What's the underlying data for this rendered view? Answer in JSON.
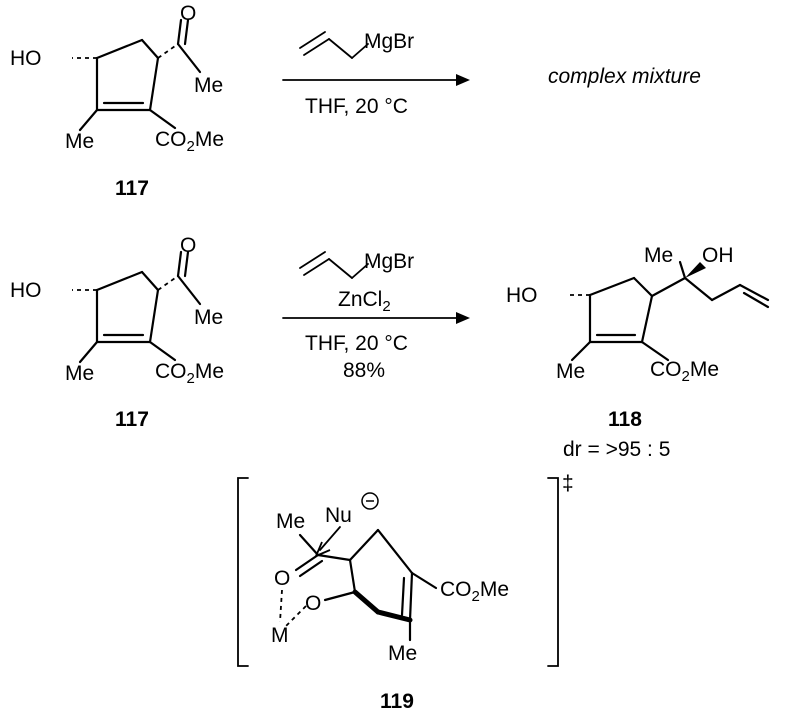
{
  "reaction1": {
    "sm": {
      "HO": "HO",
      "O": "O",
      "Me_ketone": "Me",
      "Me_ring": "Me",
      "ester": "CO",
      "ester_sub": "2",
      "ester_tail": "Me",
      "number": "117"
    },
    "reagent_top": "MgBr",
    "conditions": "THF, 20 °C",
    "product": "complex mixture"
  },
  "reaction2": {
    "sm": {
      "HO": "HO",
      "O": "O",
      "Me_ketone": "Me",
      "Me_ring": "Me",
      "ester": "CO",
      "ester_sub": "2",
      "ester_tail": "Me",
      "number": "117"
    },
    "reagent_top": "MgBr",
    "reagent_additive": "ZnCl",
    "reagent_additive_sub": "2",
    "conditions": "THF, 20 °C",
    "yield": "88%",
    "product": {
      "HO": "HO",
      "Me_top": "Me",
      "OH": "OH",
      "Me_ring": "Me",
      "ester": "CO",
      "ester_sub": "2",
      "ester_tail": "Me",
      "number": "118",
      "dr": "dr = >95 : 5"
    }
  },
  "transition_state": {
    "Me": "Me",
    "Nu": "Nu",
    "O1": "O",
    "O2": "O",
    "M": "M",
    "ester": "CO",
    "ester_sub": "2",
    "ester_tail": "Me",
    "Me_ring": "Me",
    "dagger": "‡",
    "number": "119"
  }
}
